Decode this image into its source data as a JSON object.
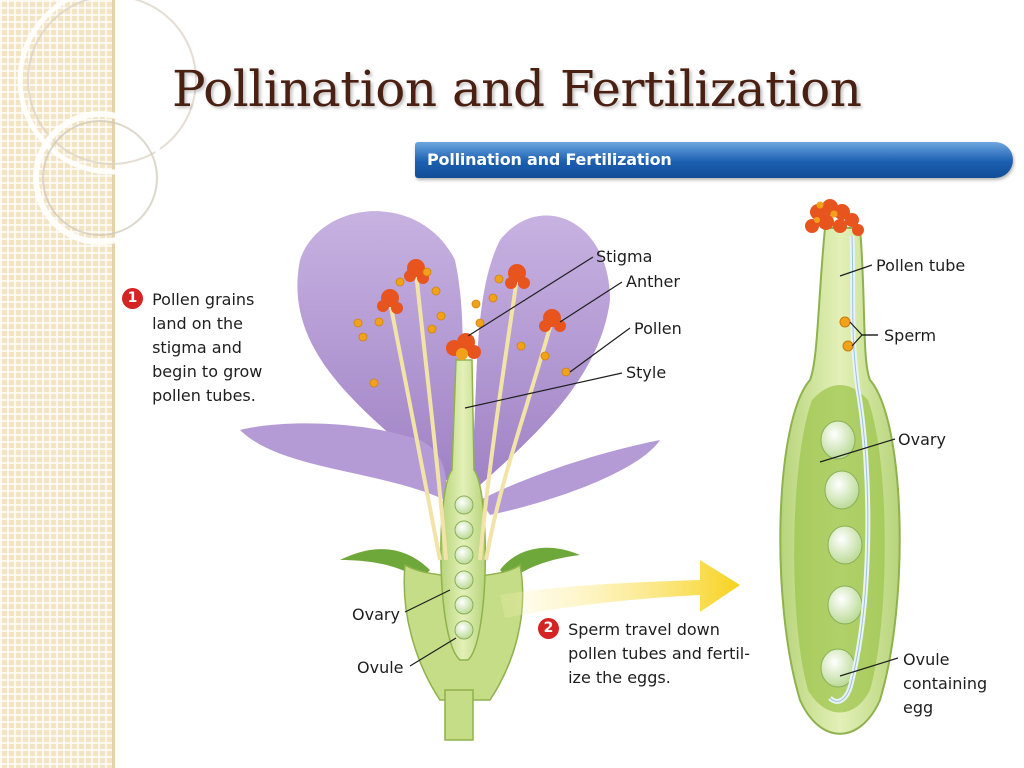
{
  "slide": {
    "title": "Pollination and Fertilization",
    "banner": "Pollination and Fertilization"
  },
  "steps": [
    {
      "number": "1",
      "lines": [
        "Pollen grains",
        "land on the",
        "stigma and",
        "begin to grow",
        "pollen tubes."
      ]
    },
    {
      "number": "2",
      "lines": [
        "Sperm travel down",
        "pollen tubes and fertil-",
        "ize the eggs."
      ]
    }
  ],
  "flower_labels": {
    "stigma": "Stigma",
    "anther": "Anther",
    "pollen": "Pollen",
    "style": "Style",
    "ovary": "Ovary",
    "ovule": "Ovule"
  },
  "pistil_labels": {
    "pollen_tube": "Pollen tube",
    "sperm": "Sperm",
    "ovary": "Ovary",
    "ovule_lines": [
      "Ovule",
      "containing",
      "egg"
    ]
  },
  "colors": {
    "title": "#4a2012",
    "banner": "#1b5fb0",
    "petal": "#b9a0d8",
    "pistil": "#cfe49a",
    "pollen": "#f2a21a",
    "anther": "#e8541e",
    "arrow": "#f7d21e",
    "step_badge": "#d42424"
  }
}
